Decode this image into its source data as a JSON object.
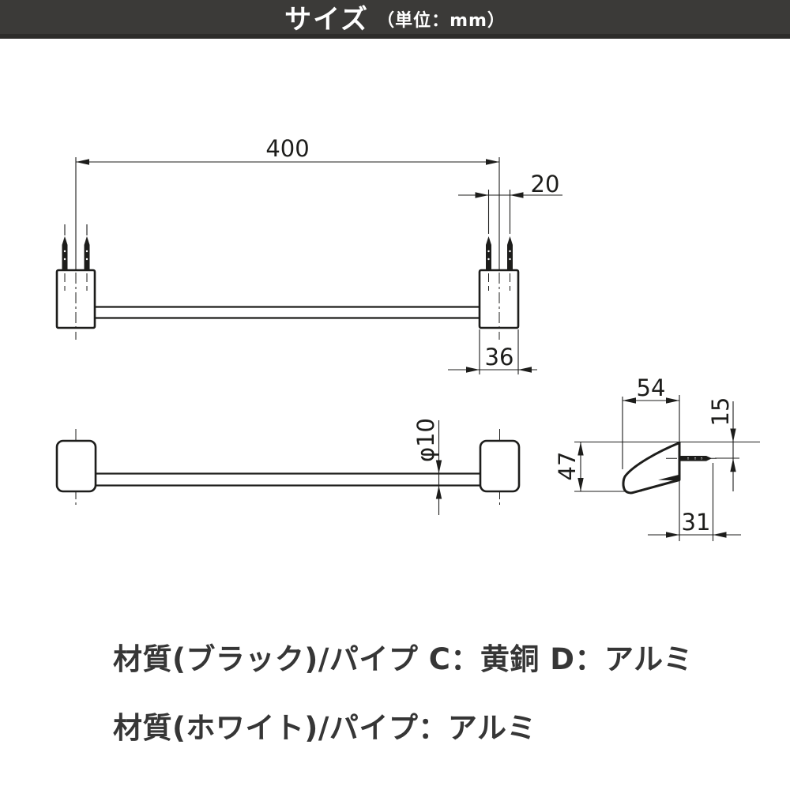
{
  "title": {
    "size_label": "サイズ",
    "unit_label": "（単位：mm）"
  },
  "drawing": {
    "unit": "mm",
    "views": [
      "top-view",
      "front-view",
      "side-view"
    ],
    "dimensions": {
      "bar_length": "400",
      "screw_pitch": "20",
      "bracket_width": "36",
      "pipe_diameter": "φ10",
      "bracket_depth": "54",
      "screw_offset": "15",
      "bracket_height": "47",
      "screw_protrusion": "31"
    }
  },
  "notes": [
    {
      "text": "材質(ブラック)/パイプ C：黄銅 D：アルミ"
    },
    {
      "text": "材質(ホワイト)/パイプ：アルミ"
    }
  ],
  "colors": {
    "titlebar_bg": "#3b3a38",
    "titlebar_border": "#2d2c2a",
    "titlebar_text": "#ffffff",
    "line_color": "#1d1d1b",
    "note_text": "#363636",
    "background": "#ffffff"
  }
}
